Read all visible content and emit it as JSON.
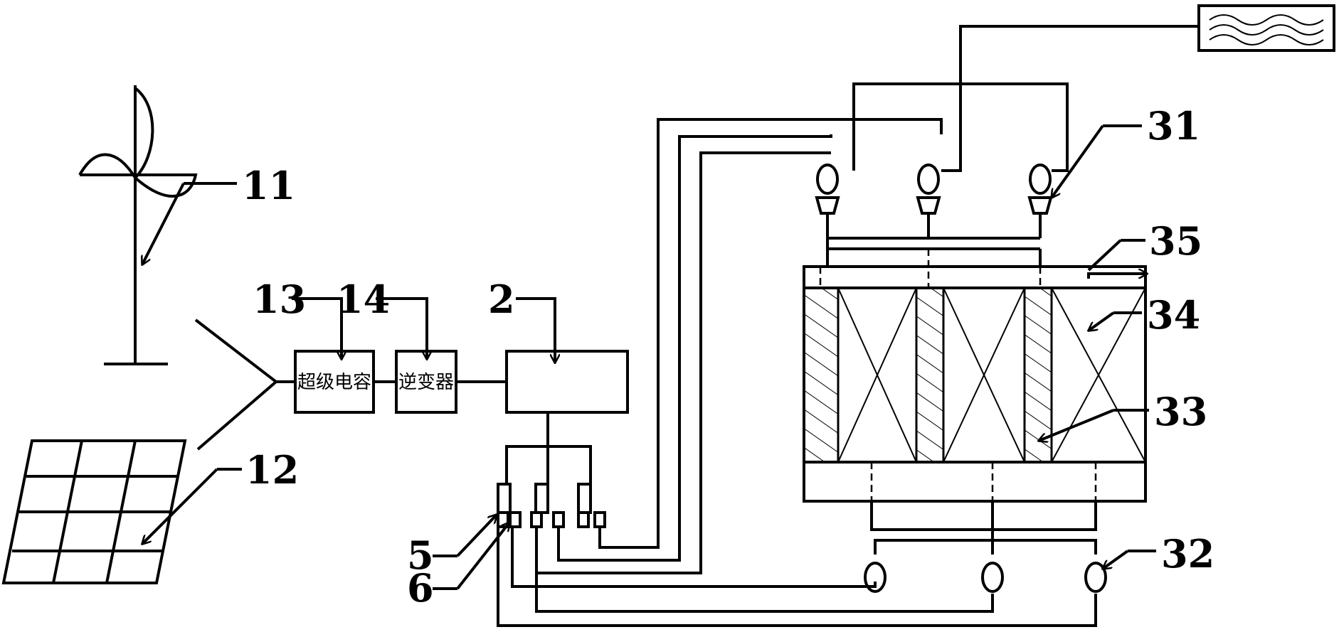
{
  "labels": {
    "wind_turbine": "11",
    "solar_panel": "12",
    "supercap_ref": "13",
    "inverter_ref": "14",
    "controller_ref": "2",
    "valve_ref": "5",
    "valve2_ref": "6",
    "pump_top_ref": "31",
    "pump_bottom_ref": "32",
    "partition_ref": "33",
    "chamber_ref": "34",
    "outlet_ref": "35"
  },
  "boxes": {
    "supercapacitor": "超级电容",
    "inverter": "逆变器"
  }
}
